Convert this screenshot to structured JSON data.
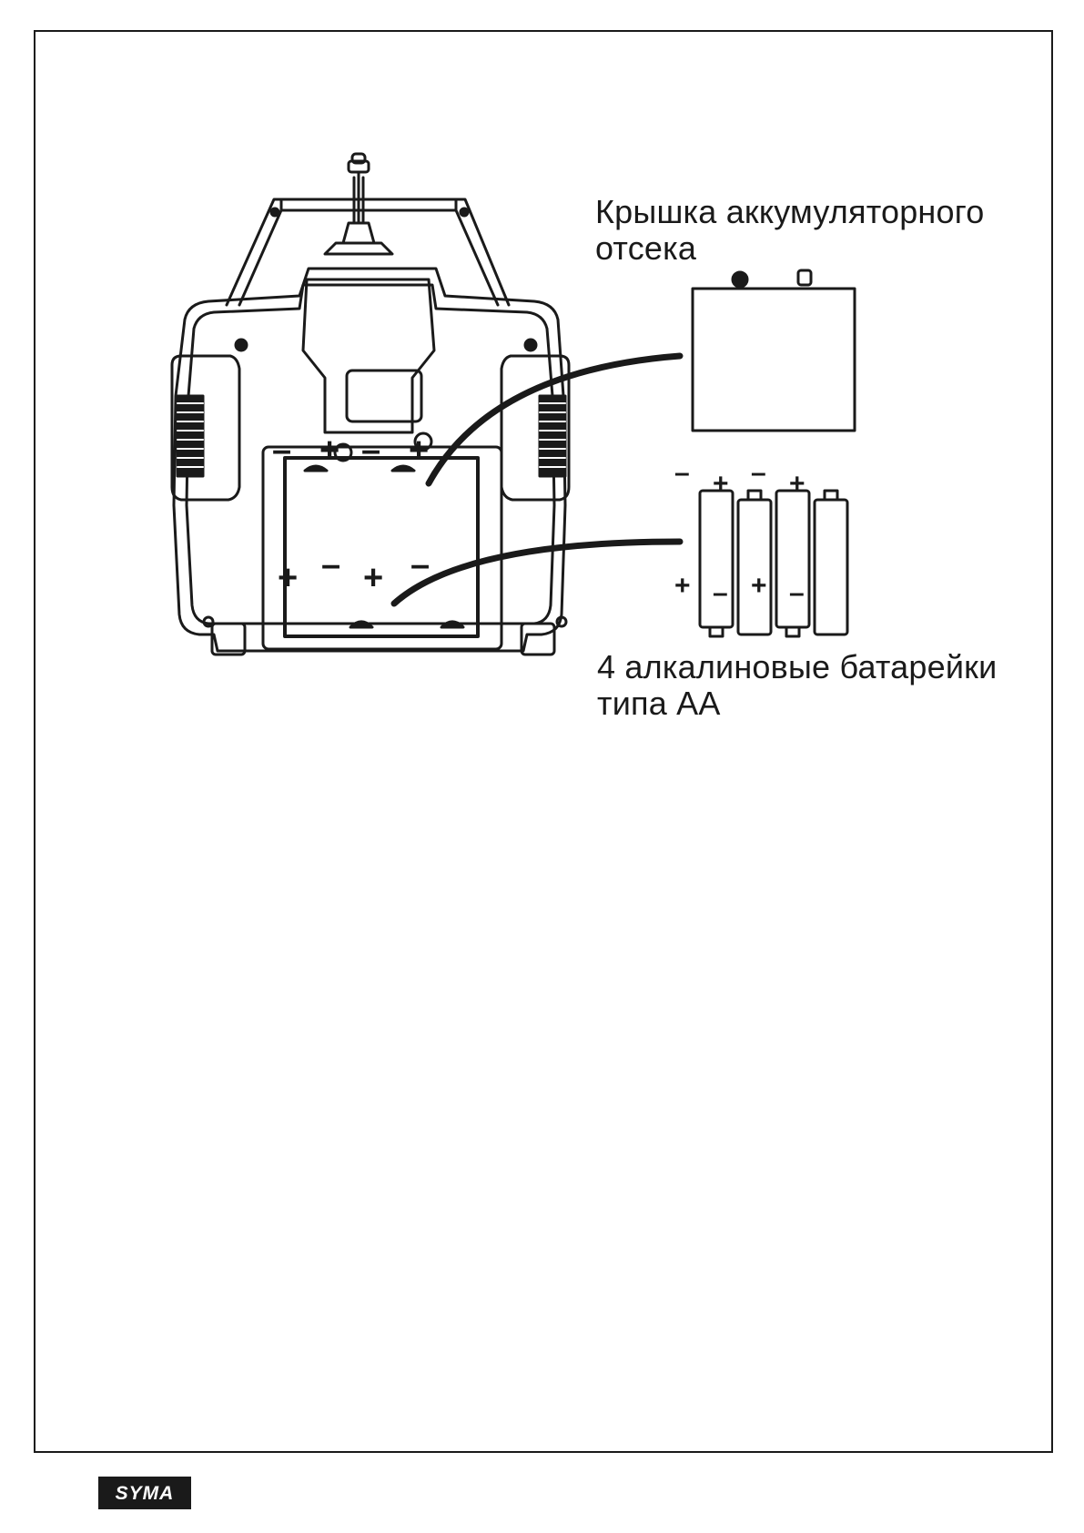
{
  "labels": {
    "battery_cover": {
      "line1": "Крышка аккумуляторного",
      "line2": "отсека"
    },
    "batteries": {
      "line1": "4 алкалиновые батарейки",
      "line2": "типа АА"
    }
  },
  "compartment_markings": {
    "top_row": [
      "–",
      "+",
      "–",
      "+"
    ],
    "bottom_row": [
      "+",
      "–",
      "+",
      "–"
    ]
  },
  "battery_markings": [
    {
      "top": "–",
      "bottom": "+"
    },
    {
      "top": "+",
      "bottom": "–"
    },
    {
      "top": "–",
      "bottom": "+"
    },
    {
      "top": "+",
      "bottom": "–"
    }
  ],
  "logo": {
    "text": "SYMA",
    "background": "#1a1a1a",
    "color": "#ffffff"
  },
  "colors": {
    "ink": "#1a1a1a",
    "paper": "#ffffff"
  }
}
